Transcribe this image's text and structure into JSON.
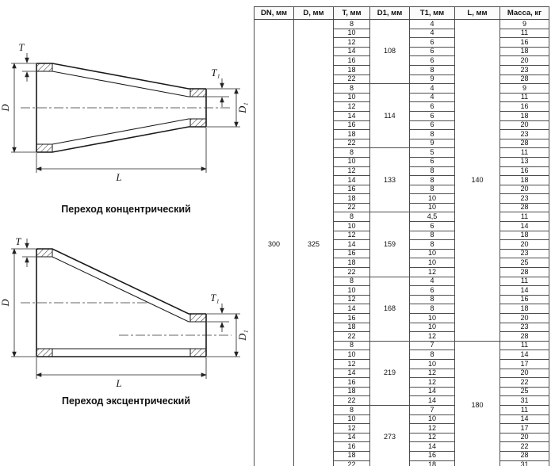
{
  "drawings": {
    "concentric_caption": "Переход концентрический",
    "eccentric_caption": "Переход эксцентрический",
    "dim_labels": {
      "t": "T",
      "t1": "T₁",
      "d": "D",
      "d1": "D₁",
      "l": "L"
    }
  },
  "table": {
    "headers": [
      "DN, мм",
      "D, мм",
      "T, мм",
      "D1, мм",
      "T1, мм",
      "L, мм",
      "Масса, кг"
    ],
    "dn": "300",
    "d": "325",
    "groups": [
      {
        "d1": "108",
        "l": "140",
        "rows": [
          [
            "8",
            "4",
            "9"
          ],
          [
            "10",
            "4",
            "11"
          ],
          [
            "12",
            "6",
            "16"
          ],
          [
            "14",
            "6",
            "18"
          ],
          [
            "16",
            "6",
            "20"
          ],
          [
            "18",
            "8",
            "23"
          ],
          [
            "22",
            "9",
            "28"
          ]
        ]
      },
      {
        "d1": "114",
        "l": "140",
        "rows": [
          [
            "8",
            "4",
            "9"
          ],
          [
            "10",
            "4",
            "11"
          ],
          [
            "12",
            "6",
            "16"
          ],
          [
            "14",
            "6",
            "18"
          ],
          [
            "16",
            "6",
            "20"
          ],
          [
            "18",
            "8",
            "23"
          ],
          [
            "22",
            "9",
            "28"
          ]
        ]
      },
      {
        "d1": "133",
        "l": "140",
        "rows": [
          [
            "8",
            "5",
            "11"
          ],
          [
            "10",
            "6",
            "13"
          ],
          [
            "12",
            "8",
            "16"
          ],
          [
            "14",
            "8",
            "18"
          ],
          [
            "16",
            "8",
            "20"
          ],
          [
            "18",
            "10",
            "23"
          ],
          [
            "22",
            "10",
            "28"
          ]
        ]
      },
      {
        "d1": "159",
        "l": "140",
        "rows": [
          [
            "8",
            "4,5",
            "11"
          ],
          [
            "10",
            "6",
            "14"
          ],
          [
            "12",
            "8",
            "18"
          ],
          [
            "14",
            "8",
            "20"
          ],
          [
            "16",
            "10",
            "23"
          ],
          [
            "18",
            "10",
            "25"
          ],
          [
            "22",
            "12",
            "28"
          ]
        ]
      },
      {
        "d1": "168",
        "l": "140",
        "rows": [
          [
            "8",
            "4",
            "11"
          ],
          [
            "10",
            "6",
            "14"
          ],
          [
            "12",
            "8",
            "16"
          ],
          [
            "14",
            "8",
            "18"
          ],
          [
            "16",
            "10",
            "20"
          ],
          [
            "18",
            "10",
            "23"
          ],
          [
            "22",
            "12",
            "28"
          ]
        ]
      },
      {
        "d1": "219",
        "l": "180",
        "rows": [
          [
            "8",
            "7",
            "11"
          ],
          [
            "10",
            "8",
            "14"
          ],
          [
            "12",
            "10",
            "17"
          ],
          [
            "14",
            "12",
            "20"
          ],
          [
            "16",
            "12",
            "22"
          ],
          [
            "18",
            "14",
            "25"
          ],
          [
            "22",
            "14",
            "31"
          ]
        ]
      },
      {
        "d1": "273",
        "l": "180",
        "rows": [
          [
            "8",
            "7",
            "11"
          ],
          [
            "10",
            "10",
            "14"
          ],
          [
            "12",
            "12",
            "17"
          ],
          [
            "14",
            "12",
            "20"
          ],
          [
            "16",
            "14",
            "22"
          ],
          [
            "18",
            "16",
            "28"
          ],
          [
            "22",
            "18",
            "31"
          ]
        ]
      }
    ]
  }
}
